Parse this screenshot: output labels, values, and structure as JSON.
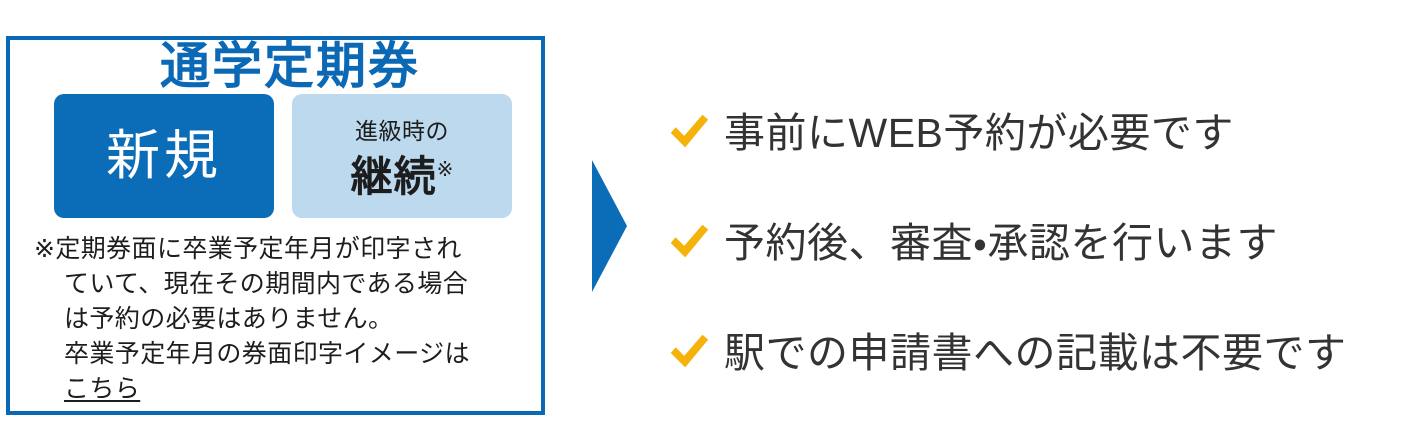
{
  "panel": {
    "title": "通学定期券",
    "badges": [
      {
        "sub": "",
        "main": "新規",
        "note": "",
        "style": "solid-blue"
      },
      {
        "sub": "進級時の",
        "main": "継続",
        "note": "※",
        "style": "light-blue"
      }
    ],
    "footnote": {
      "lines": [
        "※定期券面に卒業予定年月が印字され",
        "ていて、現在その期間内である場合",
        "は予約の必要はありません。",
        "卒業予定年月の券面印字イメージは"
      ],
      "link_label": "こちら"
    }
  },
  "arrow": {
    "icon": "right-triangle-arrow-icon"
  },
  "checklist": {
    "items": [
      {
        "icon": "check-icon",
        "label": "事前にWEB予約が必要です"
      },
      {
        "icon": "check-icon",
        "label": "予約後、審査・承認を行います"
      },
      {
        "icon": "check-icon",
        "label": "駅での申請書への記載は不要です"
      }
    ]
  },
  "colors": {
    "brand_blue": "#0a68b4",
    "badge_blue": "#0b6cb8",
    "badge_light_blue": "#bdd9ee",
    "check_gold": "#f5b20b",
    "text_dark": "#333333",
    "background": "#ffffff"
  }
}
